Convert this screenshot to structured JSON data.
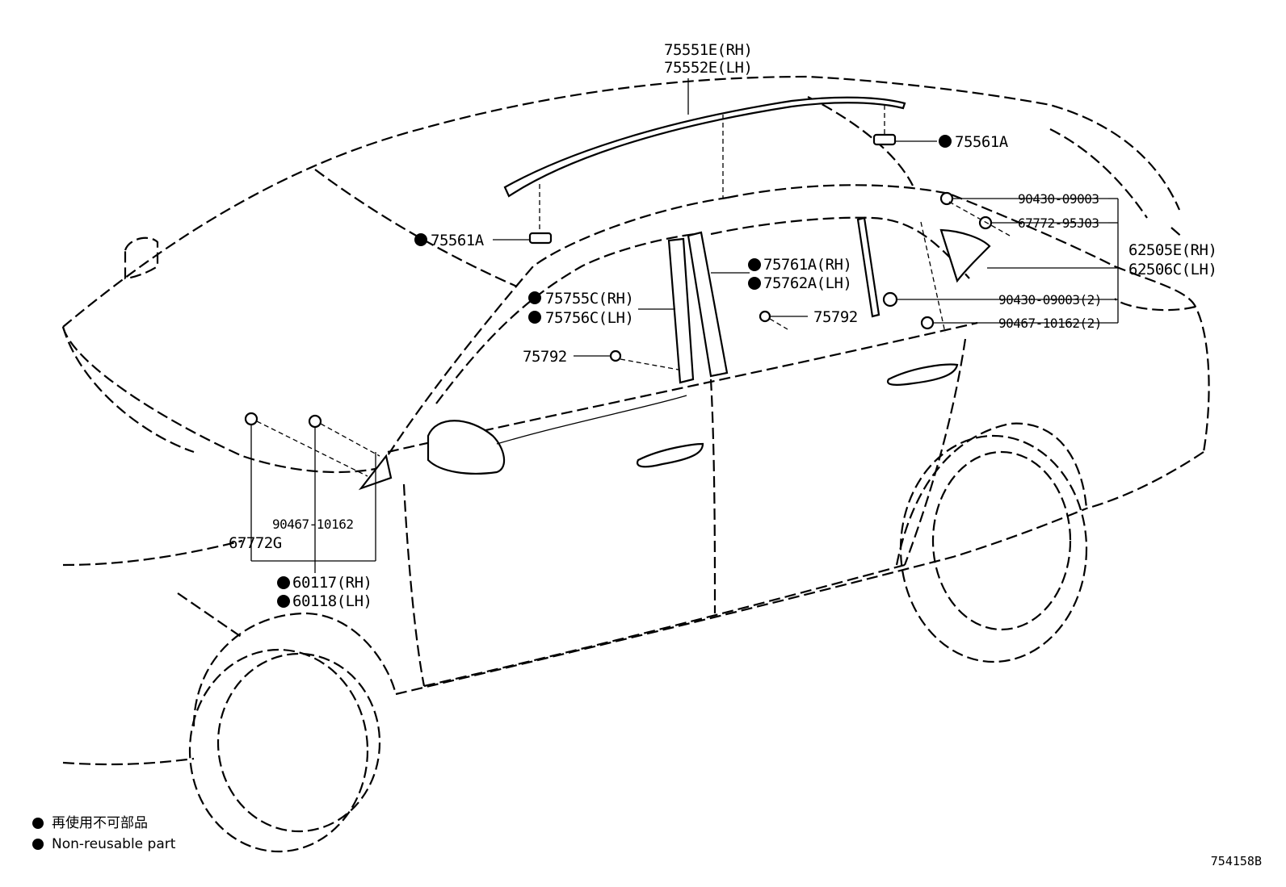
{
  "labels": {
    "drip_rh": "75551E(RH)",
    "drip_lh": "75552E(LH)",
    "clip_rear": "75561A",
    "clip_front": "75561A",
    "nut_a": "90430-09003",
    "clip_b": "67772-95J03",
    "glass_rh": "62505E(RH)",
    "glass_lh": "62506C(LH)",
    "garnish_b_rh": "75761A(RH)",
    "garnish_b_lh": "75762A(LH)",
    "garnish_a_rh": "75755C(RH)",
    "garnish_a_lh": "75756C(LH)",
    "clip_pillar_rear": "75792",
    "clip_pillar_front": "75792",
    "nut_c": "90430-09003(2)",
    "clip_d": "90467-10162(2)",
    "clip_e": "90467-10162",
    "clip_f": "67772G",
    "cover_rh": "60117(RH)",
    "cover_lh": "60118(LH)"
  },
  "legend": {
    "line1": "再使用不可部品",
    "line2": "Non-reusable part"
  },
  "drawing_code": "754158B"
}
